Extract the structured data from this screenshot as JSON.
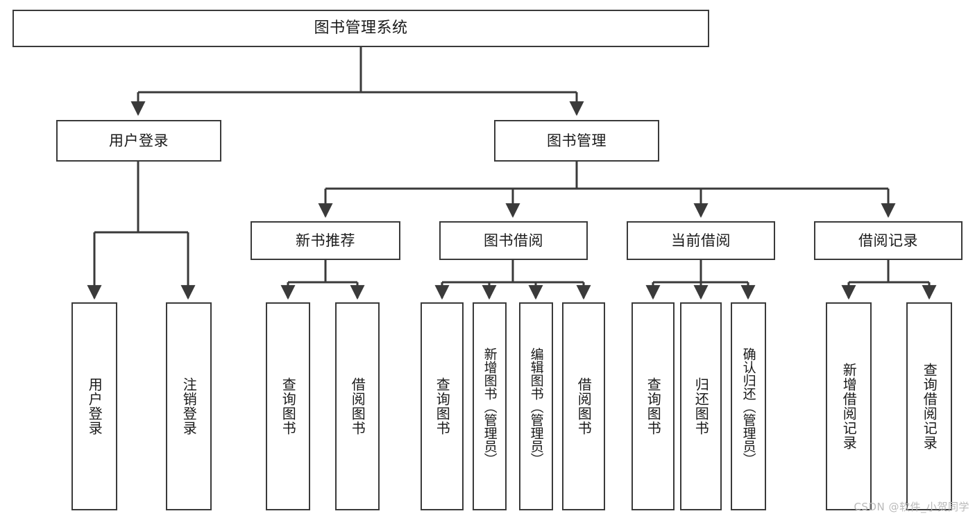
{
  "diagram": {
    "title": "图书管理系统",
    "type": "tree",
    "root": {
      "id": "root",
      "label": "图书管理系统"
    },
    "level2": [
      {
        "id": "user-login",
        "label": "用户登录"
      },
      {
        "id": "book-management",
        "label": "图书管理"
      }
    ],
    "level3": [
      {
        "id": "new-book-recommend",
        "label": "新书推荐"
      },
      {
        "id": "book-borrow",
        "label": "图书借阅"
      },
      {
        "id": "current-borrow",
        "label": "当前借阅"
      },
      {
        "id": "borrow-record",
        "label": "借阅记录"
      }
    ],
    "leaves": {
      "user_login": [
        {
          "id": "leaf-user-login",
          "label": "用户登录"
        },
        {
          "id": "leaf-logout",
          "label": "注销登录"
        }
      ],
      "new_book_recommend": [
        {
          "id": "leaf-query-book-1",
          "label": "查询图书"
        },
        {
          "id": "leaf-borrow-book-1",
          "label": "借阅图书"
        }
      ],
      "book_borrow": [
        {
          "id": "leaf-query-book-2",
          "label": "查询图书"
        },
        {
          "id": "leaf-add-book",
          "label": "新增图书（管理员）"
        },
        {
          "id": "leaf-edit-book",
          "label": "编辑图书（管理员）"
        },
        {
          "id": "leaf-borrow-book-2",
          "label": "借阅图书"
        }
      ],
      "current_borrow": [
        {
          "id": "leaf-query-book-3",
          "label": "查询图书"
        },
        {
          "id": "leaf-return-book",
          "label": "归还图书"
        },
        {
          "id": "leaf-confirm-return",
          "label": "确认归还（管理员）"
        }
      ],
      "borrow_record": [
        {
          "id": "leaf-add-record",
          "label": "新增借阅记录"
        },
        {
          "id": "leaf-query-record",
          "label": "查询借阅记录"
        }
      ]
    },
    "colors": {
      "stroke": "#3a3a3a",
      "fill": "#ffffff",
      "text": "#1a1a1a",
      "watermark": "#b9b9b9"
    }
  },
  "watermark": {
    "text": "CSDN @软件_小贺同学"
  }
}
